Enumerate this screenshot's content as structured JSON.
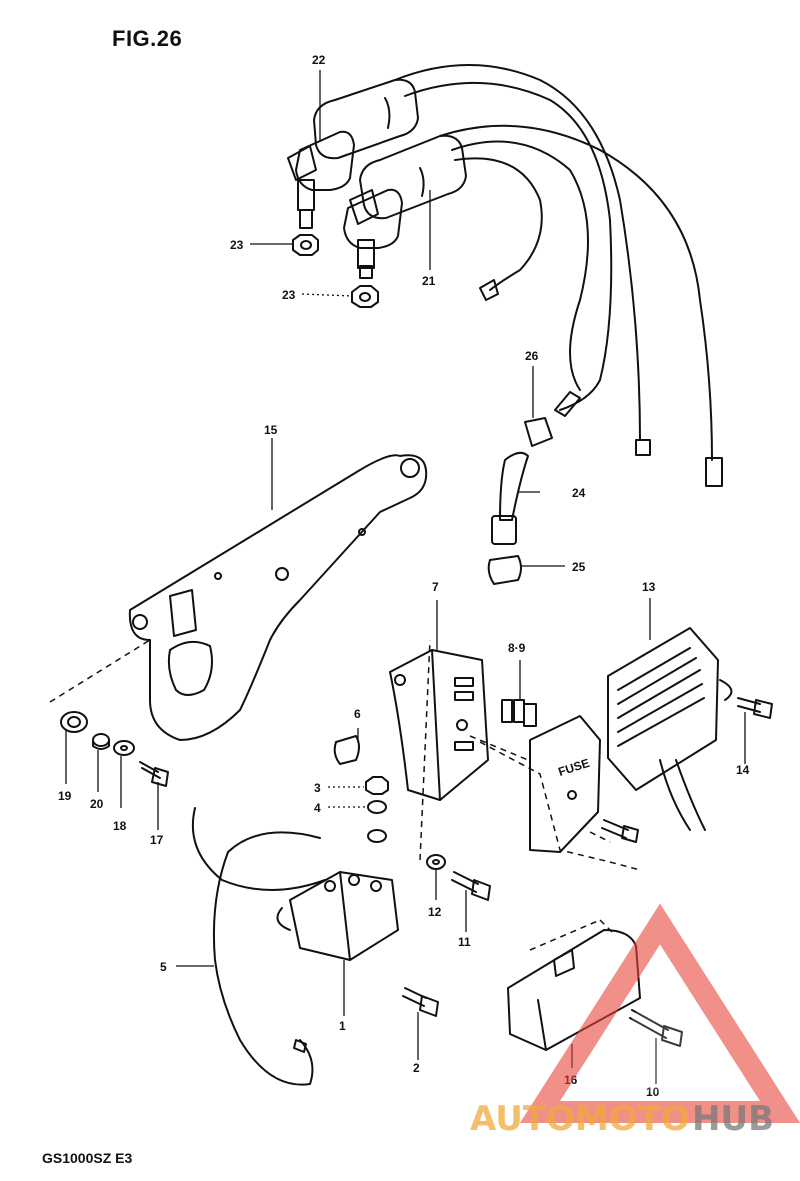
{
  "figure_title": "FIG.26",
  "model_code": "GS1000SZ E3",
  "watermark": {
    "brand_part1": "AUTOMOTO",
    "brand_part2": "HUB",
    "color_primary": "#f2a93b",
    "color_secondary": "#7a7a7a",
    "triangle_color": "#e8453c"
  },
  "callouts": {
    "c1": "1",
    "c2": "2",
    "c3": "3",
    "c4": "4",
    "c5": "5",
    "c6": "6",
    "c7": "7",
    "c89": "8·9",
    "c10": "10",
    "c11": "11",
    "c12": "12",
    "c13": "13",
    "c14": "14",
    "c15": "15",
    "c16": "16",
    "c17": "17",
    "c18": "18",
    "c19": "19",
    "c20": "20",
    "c21": "21",
    "c22": "22",
    "c23a": "23",
    "c23b": "23",
    "c24": "24",
    "c25": "25",
    "c26": "26"
  },
  "fuse_label": "FUSE"
}
